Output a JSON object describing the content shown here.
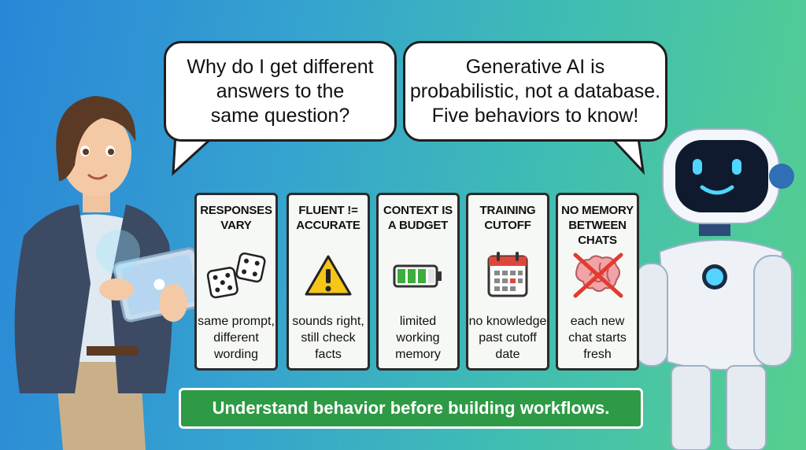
{
  "question_bubble": {
    "text": "Why do I get different\nanswers to the\nsame question?"
  },
  "answer_bubble": {
    "text": "Generative AI is\nprobabilistic, not a database.\nFive behaviors to know!"
  },
  "cards": [
    {
      "title": "RESPONSES\nVARY",
      "icon": "dice-icon",
      "desc": "same prompt,\ndifferent\nwording"
    },
    {
      "title": "FLUENT !=\nACCURATE",
      "icon": "warning-icon",
      "desc": "sounds right,\nstill check\nfacts"
    },
    {
      "title": "CONTEXT IS\nA BUDGET",
      "icon": "battery-icon",
      "desc": "limited\nworking\nmemory"
    },
    {
      "title": "TRAINING\nCUTOFF",
      "icon": "calendar-icon",
      "desc": "no knowledge\npast cutoff\ndate"
    },
    {
      "title": "NO MEMORY\nBETWEEN\nCHATS",
      "icon": "crossed-brain-icon",
      "desc": "each new\nchat starts\nfresh"
    }
  ],
  "banner": {
    "text": "Understand behavior before building workflows."
  },
  "colors": {
    "banner_green": "#2e9a45",
    "warning_yellow": "#f5c518",
    "battery_green": "#3cae3c",
    "calendar_red": "#e0453a",
    "cross_red": "#e23b2e"
  }
}
